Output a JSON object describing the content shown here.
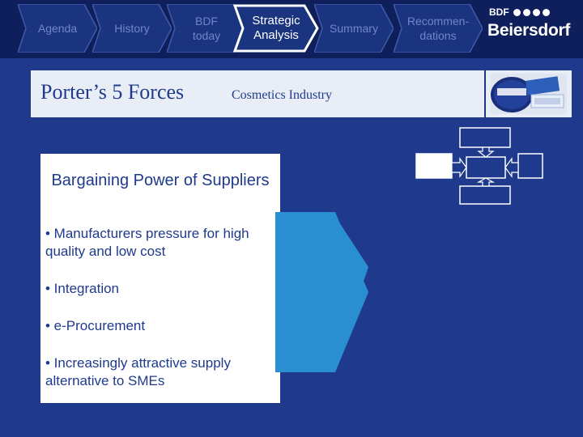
{
  "nav": {
    "tabs": [
      {
        "label": "Agenda",
        "active": false
      },
      {
        "label": "History",
        "active": false
      },
      {
        "label": "BDF today",
        "active": false
      },
      {
        "label": "Strategic Analysis",
        "active": true
      },
      {
        "label": "Summary",
        "active": false
      },
      {
        "label": "Recommen-dations",
        "active": false
      }
    ]
  },
  "brand": {
    "prefix": "BDF",
    "dots": 4,
    "name": "Beiersdorf",
    "logo_icon": "beiersdorf-logo-icon"
  },
  "header": {
    "title": "Porter’s 5 Forces",
    "subtitle": "Cosmetics Industry",
    "product_image": "nivea-hansaplast-products-icon"
  },
  "forces_diagram": {
    "icon": "five-forces-diagram-icon",
    "highlighted": "left"
  },
  "panel": {
    "title": "Bargaining Power of Suppliers",
    "bullets": [
      "• Manufacturers pressure for high quality and low cost",
      "• Integration",
      "• e-Procurement",
      "• Increasingly attractive supply alternative to SMEs"
    ]
  },
  "colors": {
    "background": "#1f3a8c",
    "nav_background": "#0f1f5c",
    "tab_fill": "#1b3480",
    "active_tab_border": "#ffffff",
    "text_dark": "#1f3a8c",
    "arrow": "#2a8fd0",
    "title_bar": "#e9edf6"
  }
}
